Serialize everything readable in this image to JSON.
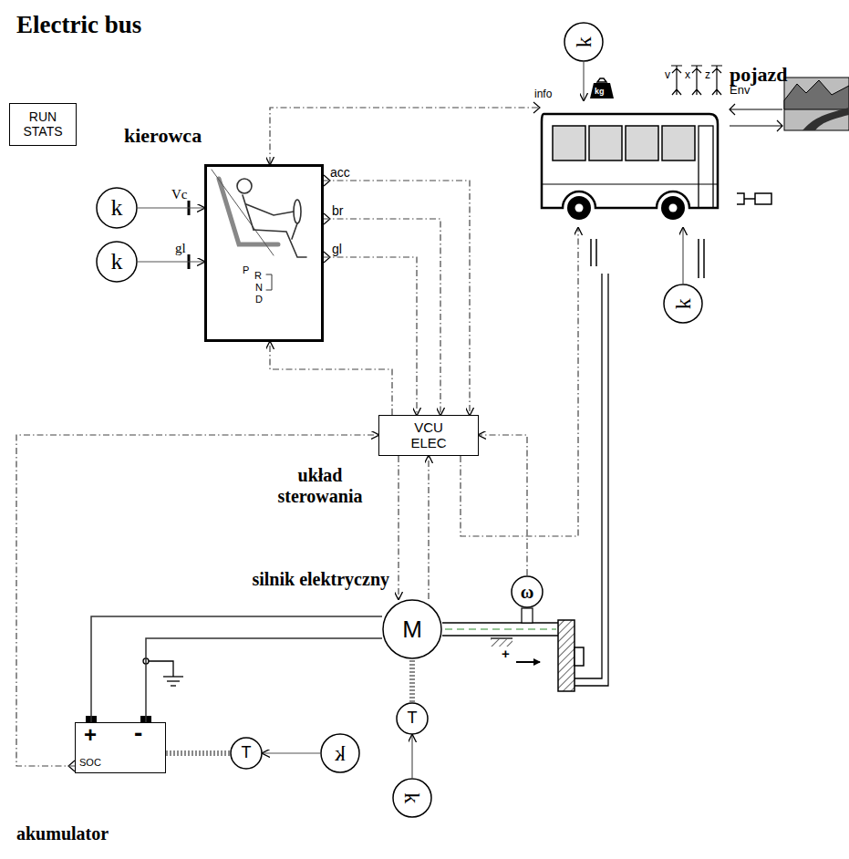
{
  "diagram": {
    "title": "Electric bus",
    "nodes": [
      {
        "text": [
          "RUN STATS"
        ]
      },
      {
        "text": [
          "k"
        ]
      },
      {
        "text": [
          "k"
        ]
      },
      {
        "text": [
          "kierowca"
        ]
      },
      {
        "text": [
          "k"
        ]
      },
      {
        "text": [
          "pojazd"
        ]
      },
      {
        "text": [
          "k"
        ]
      },
      {
        "text": [
          "VCU ELEC"
        ]
      },
      {
        "text": [
          "M"
        ]
      },
      {
        "text": [
          "ω"
        ]
      },
      {
        "text": [
          "T"
        ]
      },
      {
        "text": [
          "k"
        ]
      },
      {
        "text": [
          "+",
          "-",
          "SOC"
        ]
      },
      {
        "text": [
          "T"
        ]
      },
      {
        "text": [
          "k"
        ]
      }
    ],
    "edges": [
      {
        "from": 1,
        "to": 3,
        "arrow": "to"
      },
      {
        "from": 2,
        "to": 3,
        "arrow": "to"
      },
      {
        "from": 3,
        "to": 7,
        "arrow": "to"
      },
      {
        "from": 3,
        "to": 7,
        "arrow": "to"
      },
      {
        "from": 3,
        "to": 7,
        "arrow": "to"
      },
      {
        "from": 7,
        "to": 3,
        "arrow": "to"
      },
      {
        "from": 5,
        "to": 3,
        "arrow": "to"
      },
      {
        "from": 12,
        "to": 7,
        "arrow": "to"
      },
      {
        "from": 7,
        "to": 8,
        "arrow": "to"
      },
      {
        "from": 8,
        "to": 7,
        "arrow": "to"
      },
      {
        "from": 9,
        "to": 7,
        "arrow": "to"
      },
      {
        "from": 7,
        "to": 5,
        "arrow": "to"
      },
      {
        "from": 4,
        "to": 5,
        "arrow": "to"
      },
      {
        "from": 6,
        "to": 5,
        "arrow": "to"
      },
      {
        "from": 11,
        "to": 10,
        "arrow": "to"
      },
      {
        "from": 10,
        "to": 8,
        "arrow": "none"
      },
      {
        "from": 14,
        "to": 13,
        "arrow": "to"
      },
      {
        "from": 13,
        "to": 12,
        "arrow": "none"
      },
      {
        "from": 8,
        "to": 12,
        "arrow": "none"
      },
      {
        "from": 8,
        "to": 12,
        "arrow": "none"
      }
    ],
    "labels": [
      "Vc",
      "gl",
      "acc",
      "br",
      "gl",
      "P",
      "R",
      "N",
      "D",
      "info",
      "kg",
      "v",
      "x",
      "z",
      "Env",
      "układ sterowania",
      "silnik elektryczny",
      "+",
      "akumulator"
    ]
  }
}
